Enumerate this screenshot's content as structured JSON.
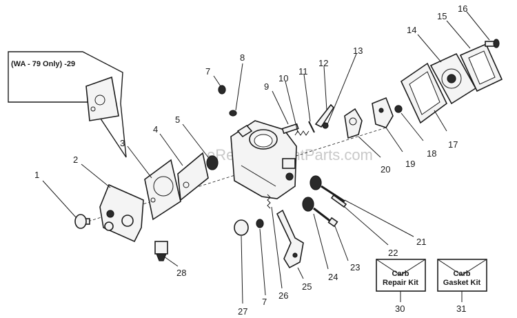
{
  "watermark": "eReplacementParts.com",
  "inset_note": "(WA - 79 Only) -29",
  "kits": [
    {
      "line1": "Carb",
      "line2": "Repair Kit",
      "number": "30"
    },
    {
      "line1": "Carb",
      "line2": "Gasket Kit",
      "number": "31"
    }
  ],
  "callouts": {
    "p1": "1",
    "p2": "2",
    "p3": "3",
    "p4": "4",
    "p5": "5",
    "p7a": "7",
    "p7b": "7",
    "p8": "8",
    "p9": "9",
    "p10": "10",
    "p11": "11",
    "p12": "12",
    "p13": "13",
    "p14": "14",
    "p15": "15",
    "p16": "16",
    "p17": "17",
    "p18": "18",
    "p19": "19",
    "p20": "20",
    "p21": "21",
    "p22": "22",
    "p23": "23",
    "p24": "24",
    "p25": "25",
    "p26": "26",
    "p27": "27",
    "p28": "28"
  }
}
